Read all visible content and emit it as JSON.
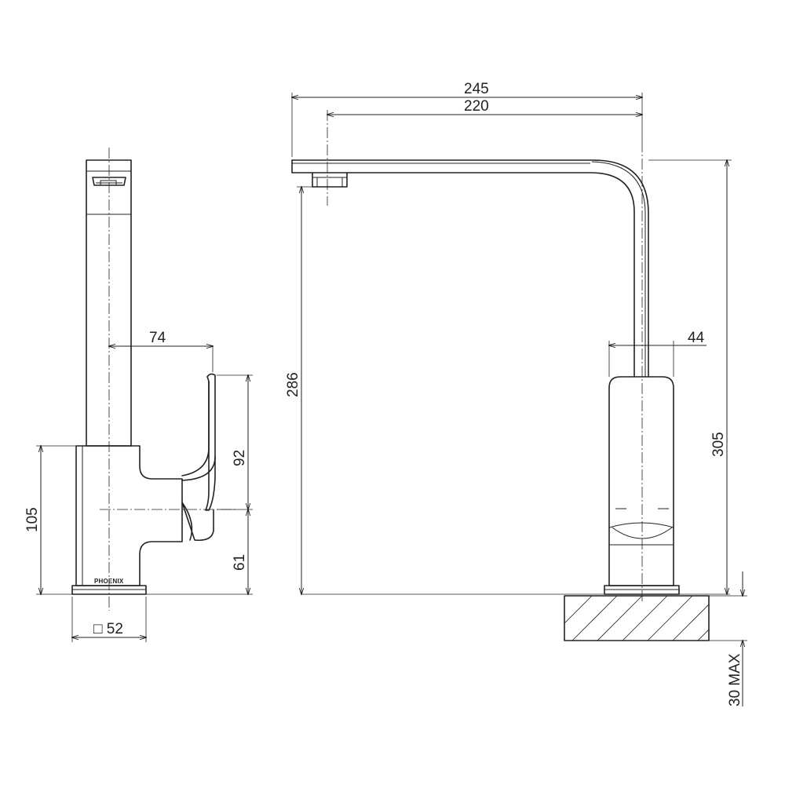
{
  "drawing": {
    "side_view": {
      "brand": "PHOENIX",
      "dims": {
        "handle_reach": "74",
        "handle_height": "92",
        "body_height": "105",
        "lever_center_height": "61",
        "base_size": "□ 52"
      }
    },
    "front_view": {
      "dims": {
        "overall_reach": "245",
        "outlet_reach": "220",
        "outlet_height": "286",
        "overall_height": "305",
        "body_width": "44",
        "mount_thickness": "30 MAX"
      }
    }
  }
}
